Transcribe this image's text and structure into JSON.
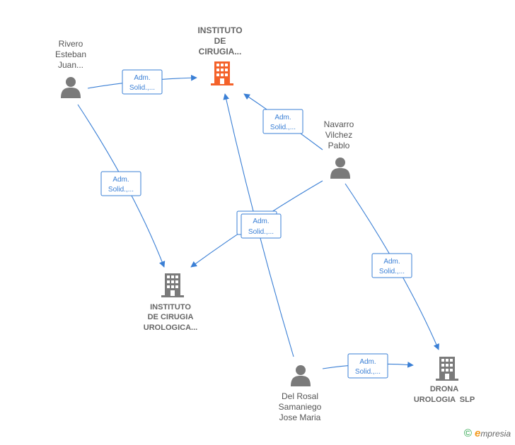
{
  "colors": {
    "edge": "#3a7fd5",
    "person": "#7a7a7a",
    "company": "#7a7a7a",
    "company_main": "#f4622a"
  },
  "nodes": {
    "main_company": {
      "line1": "INSTITUTO",
      "line2": "DE",
      "line3": "CIRUGIA...",
      "icon": "building-icon"
    },
    "company_urologica": {
      "line1": "INSTITUTO",
      "line2": "DE CIRUGIA",
      "line3": "UROLOGICA...",
      "icon": "building-icon"
    },
    "company_drona": {
      "line1": "DRONA",
      "line2": "UROLOGIA  SLP",
      "icon": "building-icon"
    },
    "person_rivero": {
      "line1": "Rivero",
      "line2": "Esteban",
      "line3": "Juan...",
      "icon": "person-icon"
    },
    "person_navarro": {
      "line1": "Navarro",
      "line2": "Vilchez",
      "line3": "Pablo",
      "icon": "person-icon"
    },
    "person_delrosal": {
      "line1": "Del Rosal",
      "line2": "Samaniego",
      "line3": "Jose Maria",
      "icon": "person-icon"
    }
  },
  "edge_labels": [
    {
      "line1": "Adm.",
      "line2": "Solid.,..."
    },
    {
      "line1": "Adm.",
      "line2": "Solid.,..."
    },
    {
      "line1": "Adm.",
      "line2": "Solid.,..."
    },
    {
      "line1": "Adm.",
      "line2": "Solid.,..."
    },
    {
      "line1": "Adm.",
      "line2": "Solid.,..."
    },
    {
      "line1": "Adm.",
      "line2": "Solid.,..."
    },
    {
      "line1": "Adm.",
      "line2": "Solid.,..."
    }
  ],
  "footer": {
    "copyright": "©",
    "brand_initial": "e",
    "brand_rest": "mpresia"
  }
}
